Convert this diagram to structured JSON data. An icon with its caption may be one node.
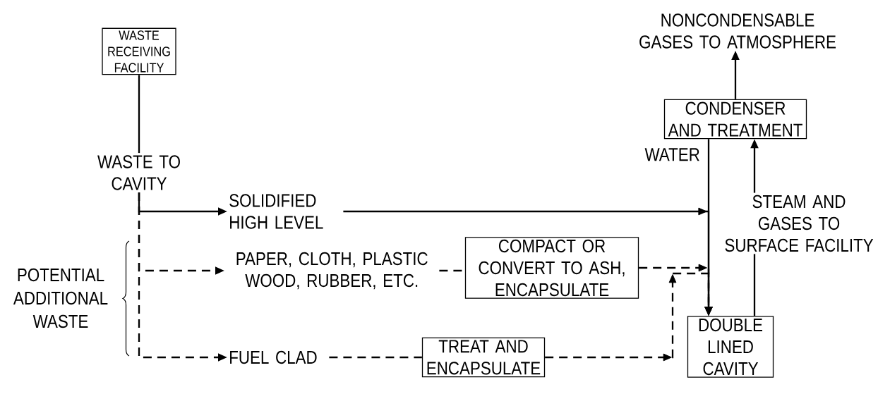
{
  "diagram": {
    "nodes": [
      {
        "text": [
          "WASTE RECEIVING FACILITY"
        ]
      },
      {
        "text": [
          "WASTE TO CAVITY"
        ]
      },
      {
        "text": [
          "SOLIDIFIED HIGH LEVEL"
        ]
      },
      {
        "text": [
          "PAPER, CLOTH, PLASTIC WOOD, RUBBER, ETC."
        ]
      },
      {
        "text": [
          "COMPACT OR CONVERT TO ASH, ENCAPSULATE"
        ]
      },
      {
        "text": [
          "FUEL CLAD"
        ]
      },
      {
        "text": [
          "TREAT AND ENCAPSULATE"
        ]
      },
      {
        "text": [
          "CONDENSER AND TREATMENT"
        ]
      },
      {
        "text": [
          "NONCONDENSABLE GASES TO ATMOSPHERE"
        ]
      },
      {
        "text": [
          "STEAM AND GASES TO SURFACE FACILITY"
        ]
      },
      {
        "text": [
          "DOUBLE LINED CAVITY"
        ]
      }
    ],
    "edges": [
      {
        "from": 0,
        "to": 1,
        "arrow": "none"
      },
      {
        "from": 1,
        "to": 2,
        "arrow": "to"
      },
      {
        "from": 1,
        "to": 3,
        "arrow": "to",
        "style": "dashed"
      },
      {
        "from": 1,
        "to": 5,
        "arrow": "to",
        "style": "dashed"
      },
      {
        "from": 2,
        "to": 10,
        "arrow": "to"
      },
      {
        "from": 3,
        "to": 4,
        "arrow": "none",
        "style": "dashed"
      },
      {
        "from": 4,
        "to": 10,
        "arrow": "to",
        "style": "dashed"
      },
      {
        "from": 5,
        "to": 6,
        "arrow": "none",
        "style": "dashed"
      },
      {
        "from": 6,
        "to": 10,
        "arrow": "to",
        "style": "dashed"
      },
      {
        "from": 7,
        "to": 10,
        "arrow": "to",
        "label": "WATER"
      },
      {
        "from": 10,
        "to": 9,
        "arrow": "none"
      },
      {
        "from": 9,
        "to": 7,
        "arrow": "to"
      },
      {
        "from": 7,
        "to": 8,
        "arrow": "to"
      }
    ],
    "labels": [
      "POTENTIAL ADDITIONAL WASTE"
    ]
  }
}
